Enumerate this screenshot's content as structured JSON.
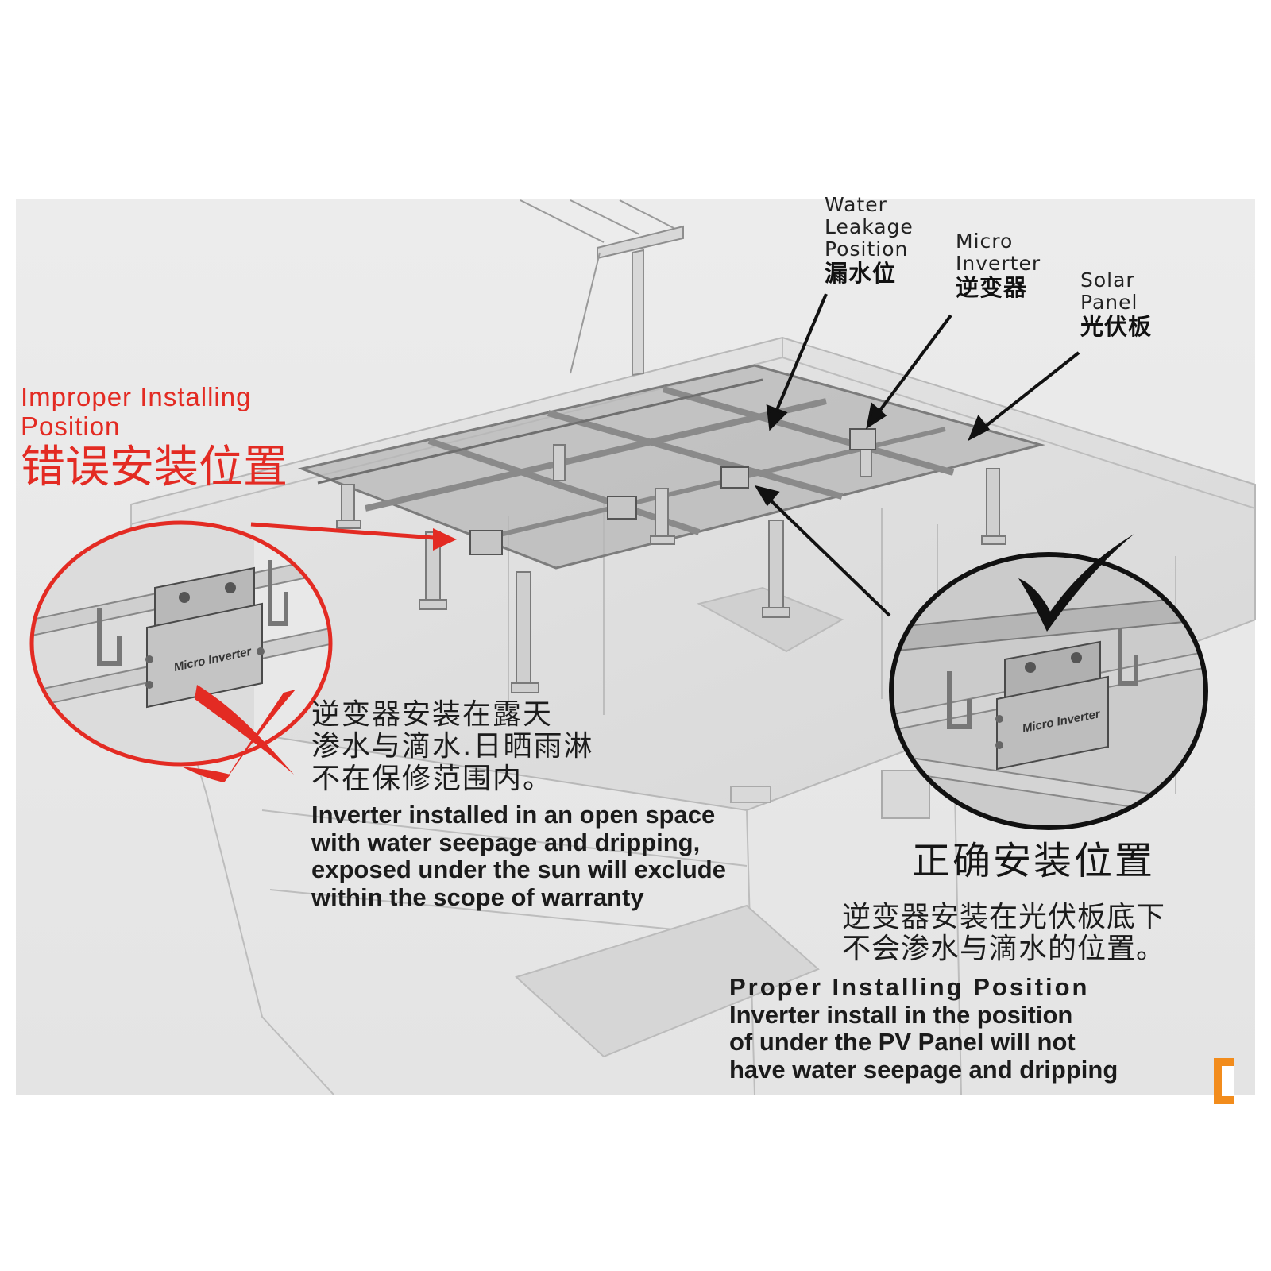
{
  "labels": {
    "water_leakage": {
      "en_1": "Water",
      "en_2": "Leakage",
      "en_3": "Position",
      "cn": "漏水位"
    },
    "micro_inverter": {
      "en_1": "Micro",
      "en_2": "Inverter",
      "cn": "逆变器"
    },
    "solar_panel": {
      "en_1": "Solar",
      "en_2": "Panel",
      "cn": "光伏板"
    }
  },
  "improper": {
    "title_en_1": "Improper Installing",
    "title_en_2": "Position",
    "title_cn": "错误安装位置",
    "note_cn_1": "逆变器安装在露天",
    "note_cn_2": "渗水与滴水.日晒雨淋",
    "note_cn_3": "不在保修范围内。",
    "note_en_1": "Inverter installed in an open space",
    "note_en_2": "with water seepage and dripping,",
    "note_en_3": "exposed under the sun will exclude",
    "note_en_4": "within the scope of warranty"
  },
  "proper": {
    "title_cn": "正确安装位置",
    "note_cn_1": "逆变器安装在光伏板底下",
    "note_cn_2": "不会渗水与滴水的位置。",
    "title_en": "Proper Installing Position",
    "note_en_1": "Inverter install in the position",
    "note_en_2": "of under the PV Panel will not",
    "note_en_3": "have water seepage and dripping"
  },
  "device": {
    "name": "Micro Inverter"
  },
  "colors": {
    "wrong": "#e32b23",
    "right": "#111111",
    "accent": "#f28c1c"
  }
}
